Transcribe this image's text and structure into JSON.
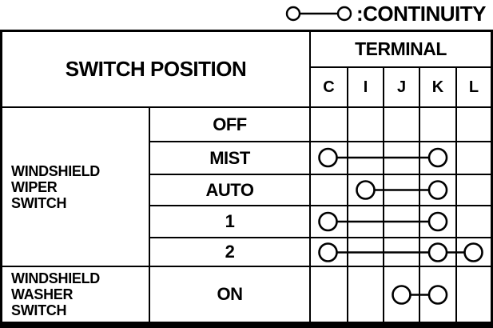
{
  "legend": {
    "label": ":CONTINUITY"
  },
  "colors": {
    "ink": "#000000",
    "paper": "#ffffff"
  },
  "table": {
    "header": {
      "switch_position": "SWITCH POSITION",
      "terminal": "TERMINAL",
      "terminals": [
        "C",
        "I",
        "J",
        "K",
        "L"
      ]
    },
    "groups": [
      {
        "label_lines": [
          "WINDSHIELD",
          "WIPER",
          "SWITCH"
        ],
        "rows": [
          {
            "position": "OFF",
            "connections": []
          },
          {
            "position": "MIST",
            "connections": [
              [
                "C",
                "K"
              ]
            ]
          },
          {
            "position": "AUTO",
            "connections": [
              [
                "I",
                "K"
              ]
            ]
          },
          {
            "position": "1",
            "connections": [
              [
                "C",
                "K"
              ]
            ]
          },
          {
            "position": "2",
            "connections": [
              [
                "C",
                "K"
              ],
              [
                "K",
                "L"
              ]
            ]
          }
        ]
      },
      {
        "label_lines": [
          "WINDSHIELD",
          "WASHER",
          "SWITCH"
        ],
        "rows": [
          {
            "position": "ON",
            "connections": [
              [
                "J",
                "K"
              ]
            ]
          }
        ]
      }
    ]
  }
}
